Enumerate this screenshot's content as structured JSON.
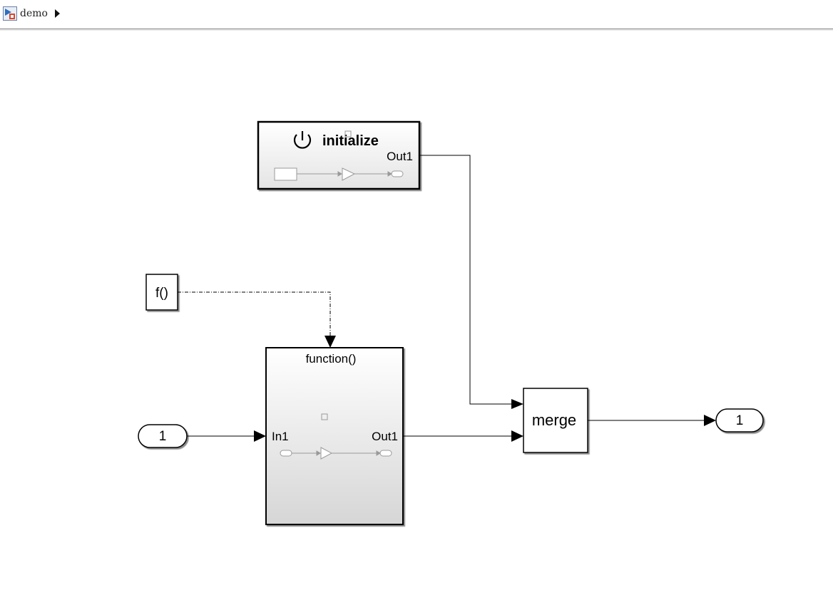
{
  "breadcrumb": {
    "model_name": "demo",
    "icon": "simulink-model-icon",
    "expand_icon": "triangle-right-icon"
  },
  "blocks": {
    "initialize": {
      "title": "initialize",
      "icon": "power-icon",
      "out_port": "Out1"
    },
    "function_caller": {
      "label": "f()"
    },
    "function_subsystem": {
      "title": "function()",
      "in_port": "In1",
      "out_port": "Out1"
    },
    "merge": {
      "label": "merge"
    },
    "inport": {
      "label": "1"
    },
    "outport": {
      "label": "1"
    }
  },
  "colors": {
    "line": "#000000",
    "block_border": "#000000",
    "block_gradient_top": "#ffffff",
    "block_gradient_bottom": "#d9d9d9",
    "mini_diagram": "#9a9a9a"
  }
}
